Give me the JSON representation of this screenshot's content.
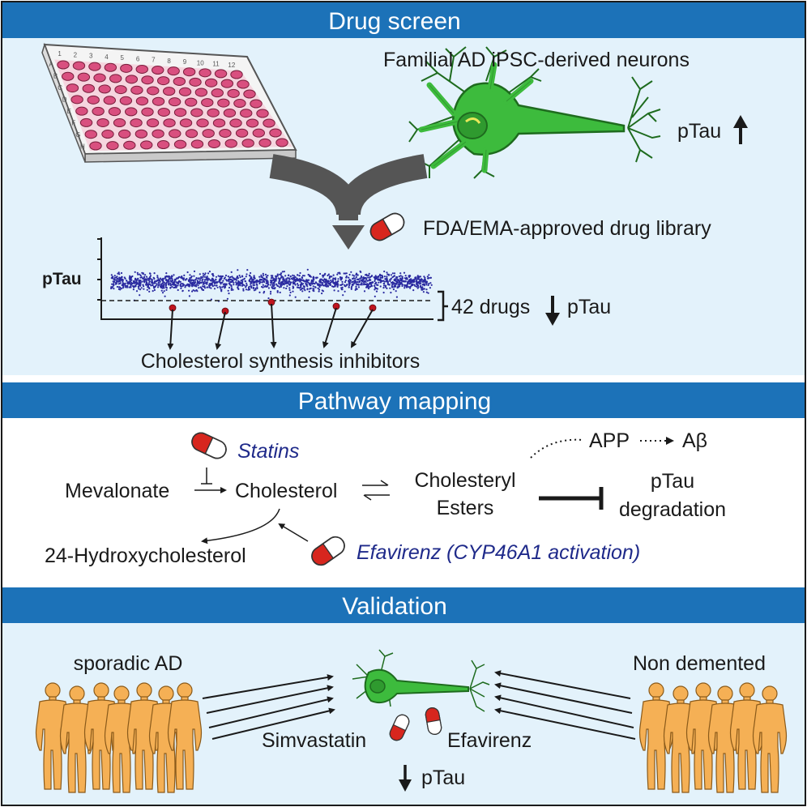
{
  "colors": {
    "header_blue": "#1c72b8",
    "panel_light_blue": "#e3f2fb",
    "neuron_green": "#3dbb3d",
    "dot_blue": "#2a2aa0",
    "hit_red": "#c0141e",
    "pill_red": "#d7261e",
    "figure_orange": "#f5b055",
    "plate_pink": "#d94f7f",
    "text_blue": "#1f2a8a"
  },
  "sections": {
    "drug_screen": {
      "title": "Drug screen",
      "neurons_label": "Familial AD iPSC-derived neurons",
      "ptau_up_label": "pTau",
      "library_label": "FDA/EMA-approved drug library",
      "plot_ylabel": "pTau",
      "hits_label": "42 drugs",
      "hits_ptau_label": "pTau",
      "inhibitors_label": "Cholesterol synthesis inhibitors",
      "plate_columns": [
        "1",
        "2",
        "3",
        "4",
        "5",
        "6",
        "7",
        "8",
        "9",
        "10",
        "11",
        "12"
      ],
      "plate_rows": [
        "A",
        "B",
        "C",
        "D",
        "E",
        "F",
        "G",
        "H"
      ]
    },
    "pathway": {
      "title": "Pathway mapping",
      "statins": "Statins",
      "mevalonate": "Mevalonate",
      "cholesterol": "Cholesterol",
      "cholesteryl_1": "Cholesteryl",
      "cholesteryl_2": "Esters",
      "app": "APP",
      "abeta": "Aβ",
      "ptau_1": "pTau",
      "ptau_2": "degradation",
      "hydroxy": "24-Hydroxycholesterol",
      "efavirenz": "Efavirenz (CYP46A1 activation)"
    },
    "validation": {
      "title": "Validation",
      "sporadic": "sporadic AD",
      "non_demented": "Non demented",
      "simvastatin": "Simvastatin",
      "efavirenz": "Efavirenz",
      "ptau": "pTau"
    }
  },
  "icons": [
    "well-plate-icon",
    "neuron-icon",
    "pill-icon",
    "arrow-up-icon",
    "arrow-down-icon",
    "human-figure-icon",
    "scatter-plot-icon",
    "merge-arrow-icon"
  ]
}
